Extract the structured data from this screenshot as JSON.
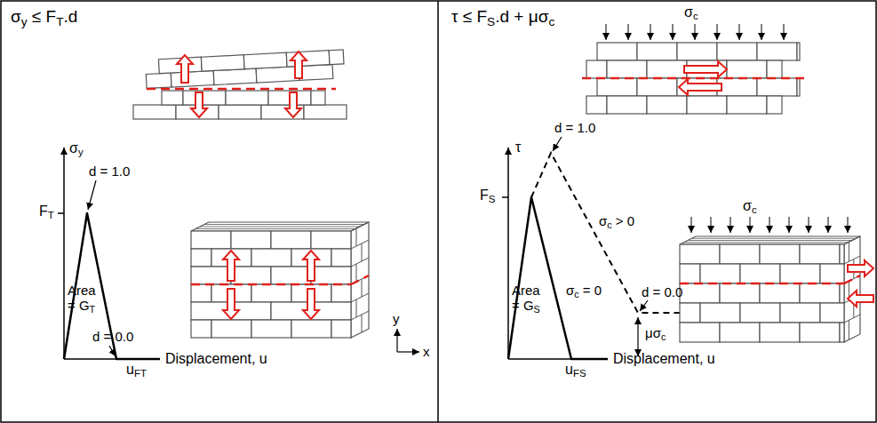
{
  "diagram": {
    "labels": [
      "σy ≤ FT.d",
      "σy",
      "FT",
      "d = 1.0",
      "Area = GT",
      "d = 0.0",
      "uFT",
      "Displacement, u",
      "y",
      "x",
      "τ ≤ FS.d + μσc",
      "σc",
      "τ",
      "FS",
      "d = 1.0",
      "σc > 0",
      "σc = 0",
      "Area = GS",
      "d = 0.0",
      "uFS",
      "μσc",
      "σc",
      "Displacement, u"
    ]
  }
}
